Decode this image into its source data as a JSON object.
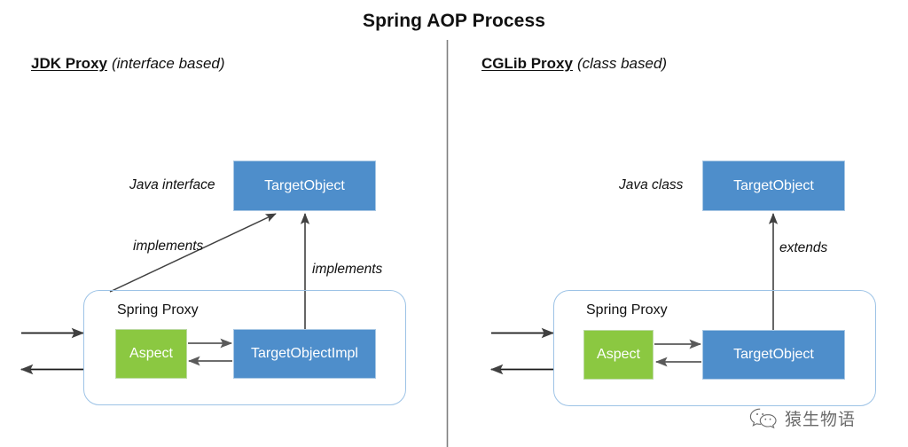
{
  "page": {
    "title": "Spring AOP Process",
    "background": "#ffffff"
  },
  "colors": {
    "blue_fill": "#4e8ecb",
    "blue_border": "#a9c8e4",
    "green_fill": "#8bc841",
    "green_border": "#bcd9a4",
    "proxy_border": "#9dc3e6",
    "arrow": "#595959",
    "divider": "#808080",
    "watermark": "#6b6b6b",
    "text": "#111111"
  },
  "sections": {
    "left": {
      "kind": "JDK Proxy",
      "qualifier": "(interface based)",
      "source_label": "Java interface",
      "top_node": "TargetObject",
      "proxy_label": "Spring Proxy",
      "aspect_node": "Aspect",
      "target_node": "TargetObjectImpl",
      "relation_diagonal": "implements",
      "relation_vertical": "implements"
    },
    "right": {
      "kind": "CGLib Proxy",
      "qualifier": "(class based)",
      "source_label": "Java class",
      "top_node": "TargetObject",
      "proxy_label": "Spring Proxy",
      "aspect_node": "Aspect",
      "target_node": "TargetObject",
      "relation_vertical": "extends"
    }
  },
  "watermark": {
    "icon": "wechat-icon",
    "text": "猿生物语"
  }
}
